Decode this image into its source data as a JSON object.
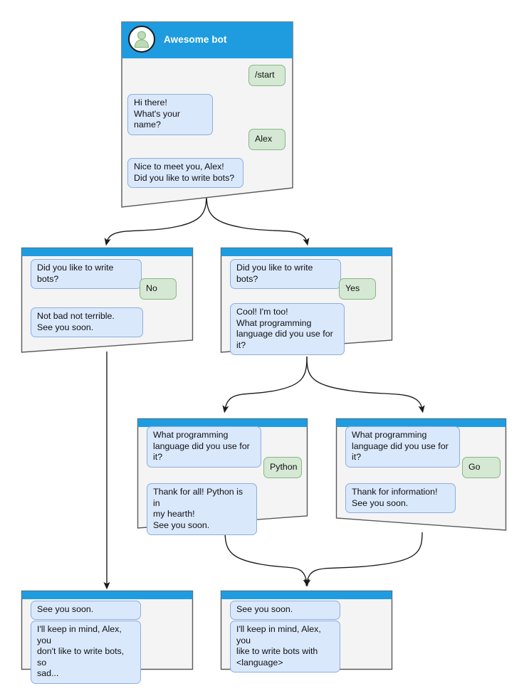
{
  "diagram": {
    "title": "Awesome bot chat flow",
    "colors": {
      "header_blue": "#1f9ce0",
      "card_bg": "#f4f4f4",
      "card_border": "#5a5a5a",
      "bot_bubble_bg": "#dae8fc",
      "bot_bubble_border": "#8eaddc",
      "user_bubble_bg": "#d5e8d4",
      "user_bubble_border": "#88b783",
      "edge": "#1a1a1a"
    }
  },
  "cards": [
    {
      "id": "start",
      "header_title": "Awesome bot",
      "avatar_icon": "person-avatar-icon",
      "messages": [
        {
          "from": "user",
          "text": "/start"
        },
        {
          "from": "bot",
          "text": "Hi there!\nWhat's your name?"
        },
        {
          "from": "user",
          "text": "Alex"
        },
        {
          "from": "bot",
          "text": "Nice to meet you, Alex!\nDid you like to write bots?"
        }
      ]
    },
    {
      "id": "answer-no",
      "header_title": "",
      "messages": [
        {
          "from": "bot",
          "text": "Did you like to write bots?"
        },
        {
          "from": "user",
          "text": "No"
        },
        {
          "from": "bot",
          "text": "Not bad not terrible.\nSee you soon."
        }
      ]
    },
    {
      "id": "answer-yes",
      "header_title": "",
      "messages": [
        {
          "from": "bot",
          "text": "Did you like to write bots?"
        },
        {
          "from": "user",
          "text": "Yes"
        },
        {
          "from": "bot",
          "text": "Cool! I'm too!\nWhat programming\nlanguage did you use for it?"
        }
      ]
    },
    {
      "id": "language-python",
      "header_title": "",
      "messages": [
        {
          "from": "bot",
          "text": "What programming\nlanguage did you use for it?"
        },
        {
          "from": "user",
          "text": "Python"
        },
        {
          "from": "bot",
          "text": "Thank for all! Python is in\nmy hearth!\nSee you soon."
        }
      ]
    },
    {
      "id": "language-go",
      "header_title": "",
      "messages": [
        {
          "from": "bot",
          "text": "What programming\nlanguage did you use for it?"
        },
        {
          "from": "user",
          "text": "Go"
        },
        {
          "from": "bot",
          "text": "Thank for information!\nSee you soon."
        }
      ]
    },
    {
      "id": "end-sad",
      "header_title": "",
      "messages": [
        {
          "from": "bot",
          "text": "See you soon."
        },
        {
          "from": "bot",
          "text": "I'll keep in mind, Alex, you\ndon't like to write bots, so\nsad..."
        }
      ]
    },
    {
      "id": "end-happy",
      "header_title": "",
      "messages": [
        {
          "from": "bot",
          "text": "See you soon."
        },
        {
          "from": "bot",
          "text": "I'll keep in mind, Alex, you\nlike to write bots with\n<language>"
        }
      ]
    }
  ]
}
